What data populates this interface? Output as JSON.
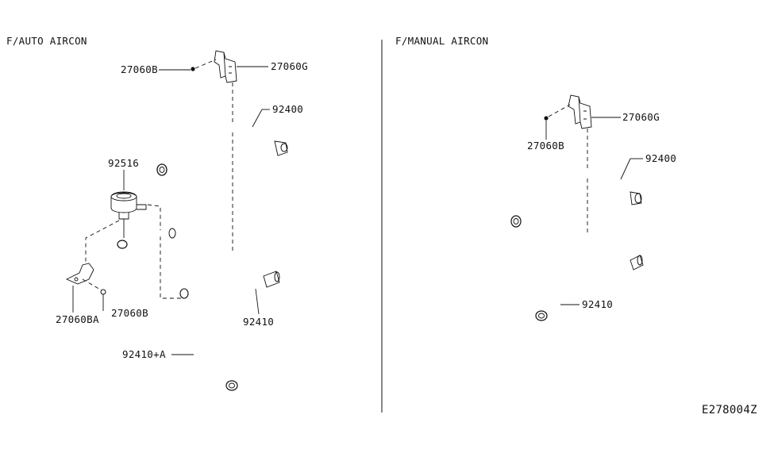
{
  "sections": {
    "left_title": "F/AUTO AIRCON",
    "right_title": "F/MANUAL AIRCON"
  },
  "left_parts": {
    "bolt": "27060B",
    "bracket": "27060G",
    "upper_hose": "92400",
    "reservoir": "92516",
    "lower_hose": "92410",
    "small_bracket": "27060BA",
    "small_bolt": "27060B",
    "extra_hose": "92410+A"
  },
  "right_parts": {
    "bracket": "27060G",
    "bolt": "27060B",
    "upper_hose": "92400",
    "lower_hose": "92410"
  },
  "diagram_code": "E278004Z"
}
